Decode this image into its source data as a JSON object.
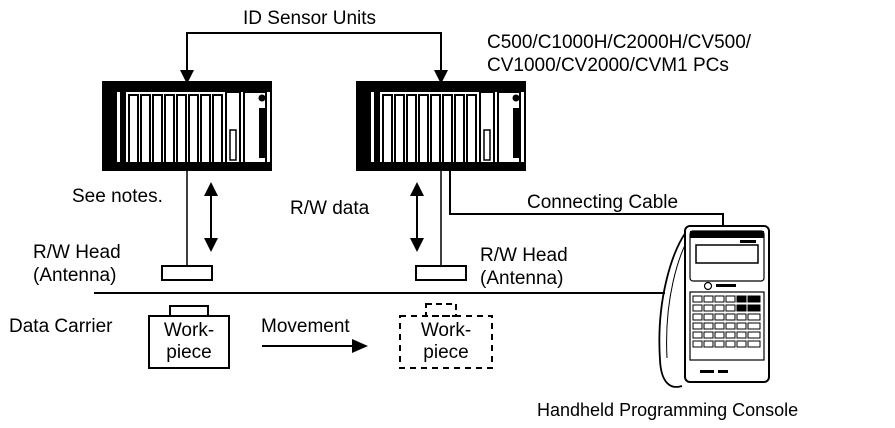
{
  "labels": {
    "id_sensor_units": "ID Sensor Units",
    "pcs_line1": "C500/C1000H/C2000H/CV500/",
    "pcs_line2": "CV1000/CV2000/CVM1 PCs",
    "see_notes": "See notes.",
    "rw_data": "R/W data",
    "connecting_cable": "Connecting Cable",
    "rw_head_left_line1": "R/W Head",
    "rw_head_left_line2": "(Antenna)",
    "rw_head_right_line1": "R/W Head",
    "rw_head_right_line2": "(Antenna)",
    "data_carrier": "Data Carrier",
    "workpiece_left": "Work-\npiece",
    "movement": "Movement",
    "workpiece_right": "Work-\npiece",
    "handheld_console": "Handheld Programming Console"
  }
}
